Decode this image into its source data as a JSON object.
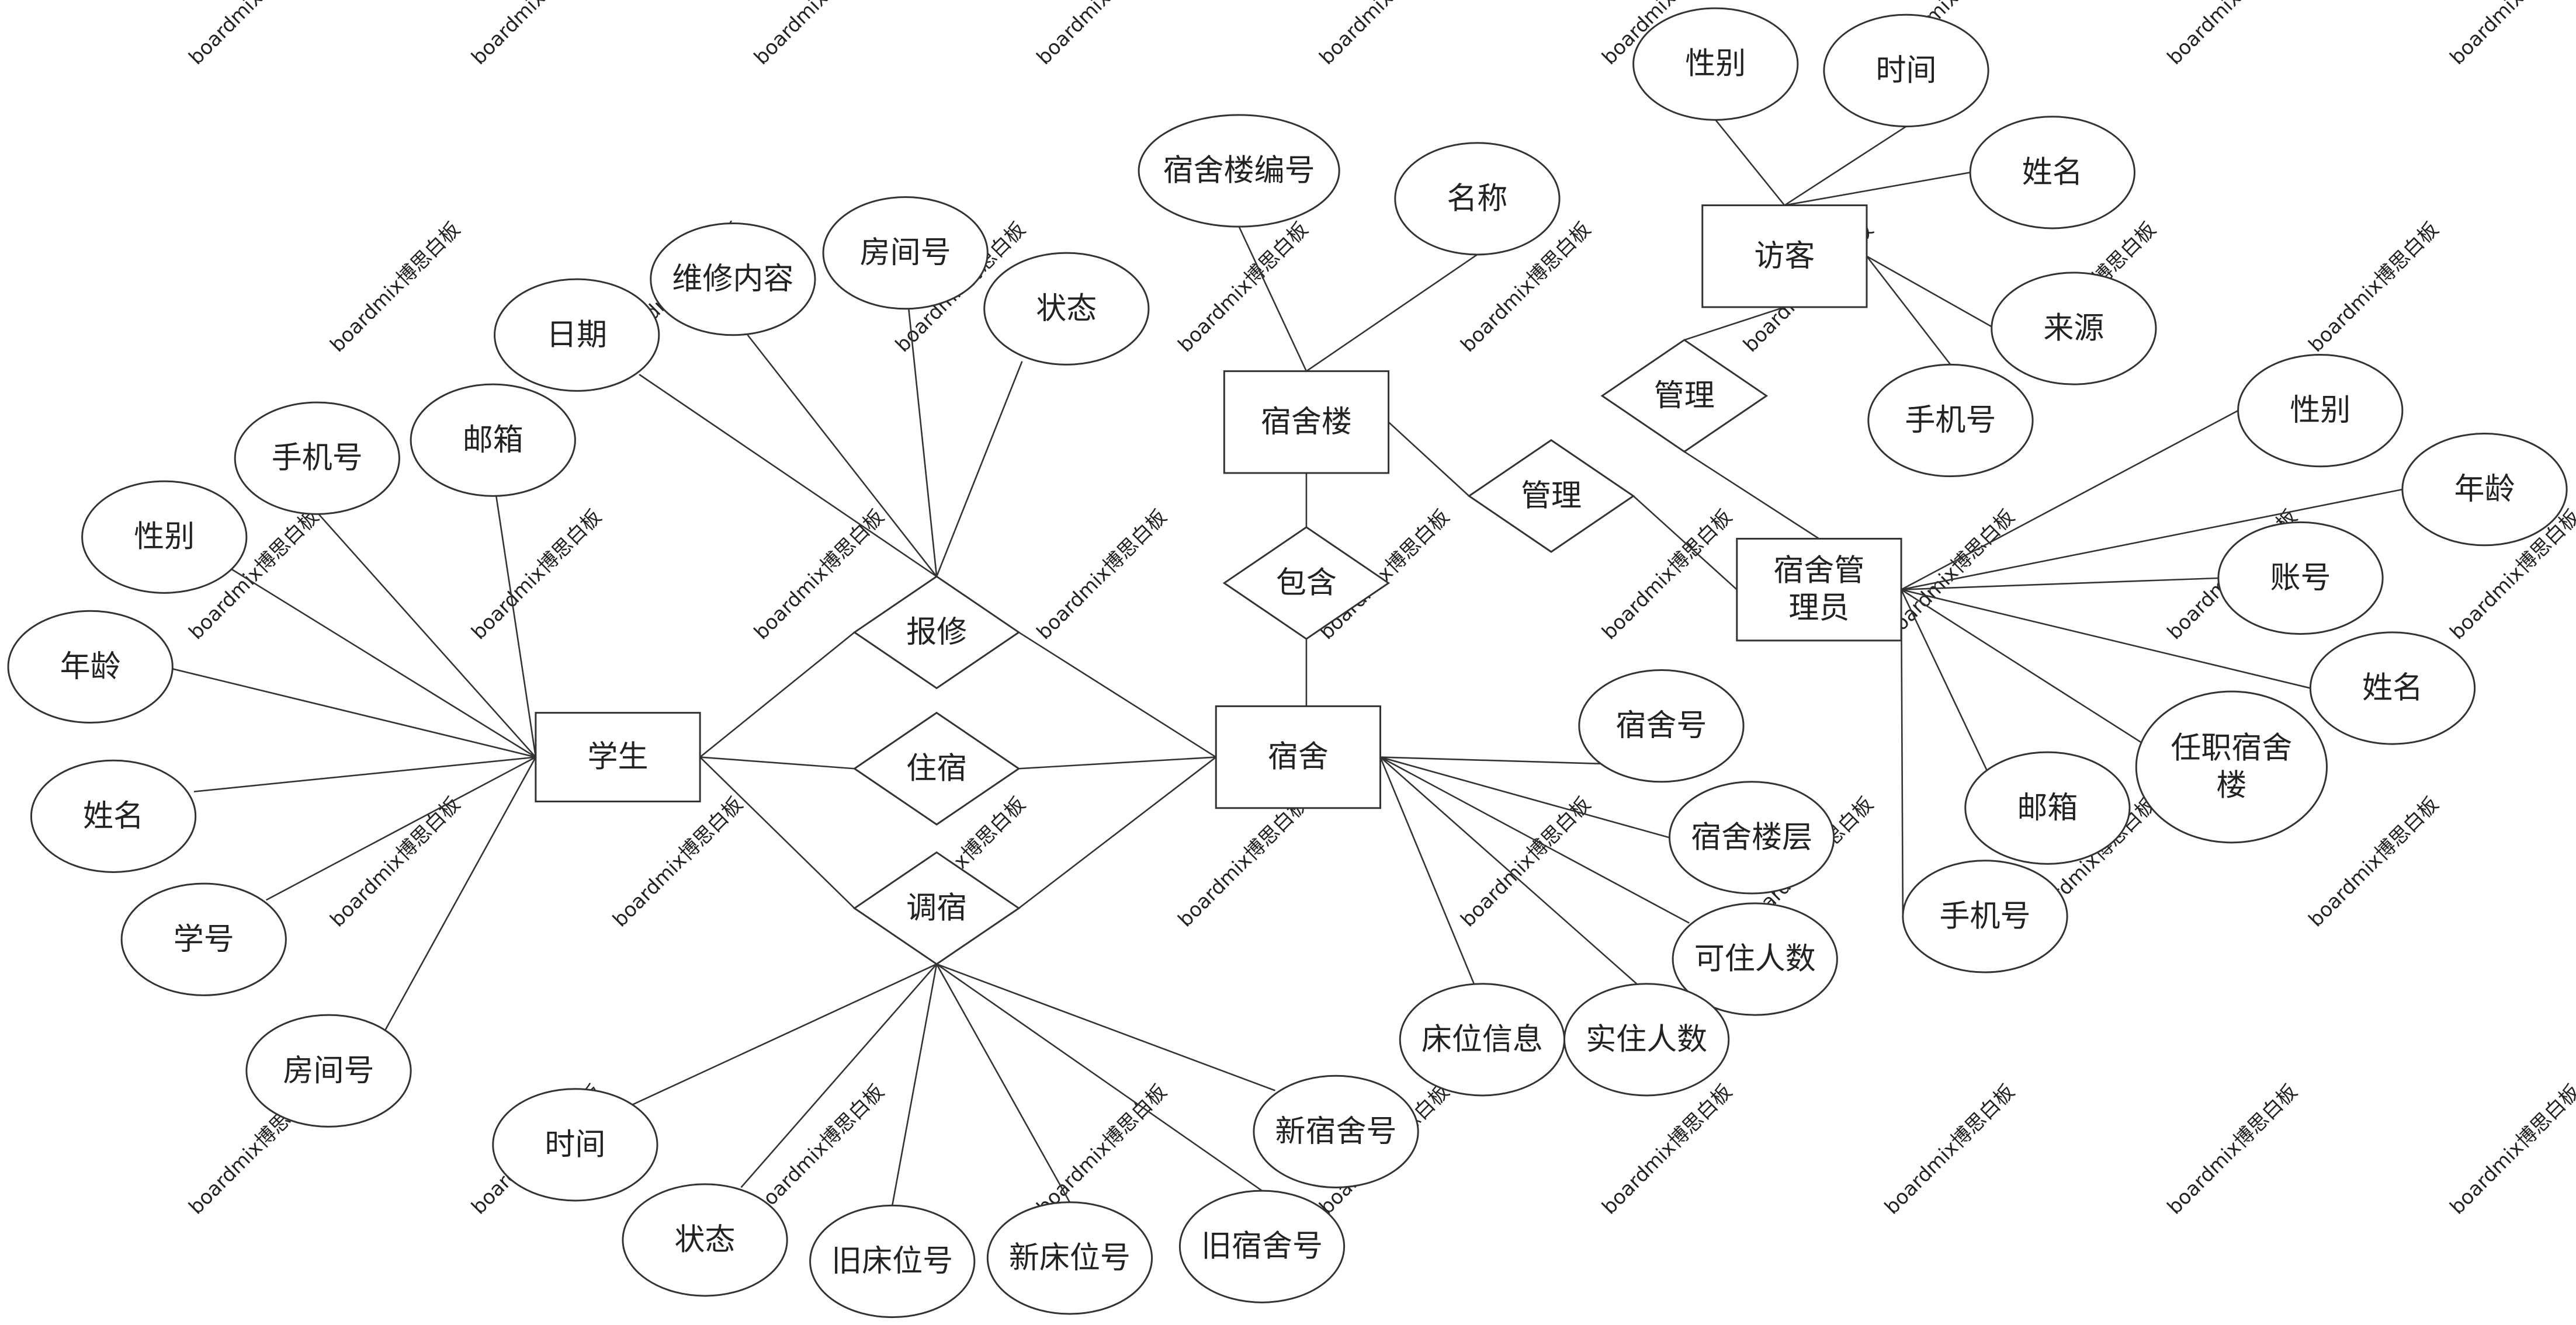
{
  "watermark": "boardmix博思白板",
  "entities": {
    "student": "学生",
    "dorm": "宿舍",
    "building": "宿舍楼",
    "manager": [
      "宿舍管",
      "理员"
    ],
    "visitor": "访客"
  },
  "relationships": {
    "repair": "报修",
    "live": "住宿",
    "transfer": "调宿",
    "contain": "包含",
    "manage_building": "管理",
    "manage_visitor": "管理"
  },
  "attributes": {
    "student": [
      "手机号",
      "邮箱",
      "性别",
      "年龄",
      "姓名",
      "学号",
      "房间号"
    ],
    "repair": [
      "日期",
      "维修内容",
      "房间号",
      "状态"
    ],
    "transfer": [
      "时间",
      "状态",
      "旧床位号",
      "新床位号",
      "旧宿舍号",
      "新宿舍号"
    ],
    "building": [
      "宿舍楼编号",
      "名称"
    ],
    "dorm": [
      "宿舍号",
      "宿舍楼层",
      "可住人数",
      "实住人数",
      "床位信息"
    ],
    "visitor": [
      "性别",
      "时间",
      "姓名",
      "来源",
      "手机号"
    ],
    "manager": [
      "性别",
      "年龄",
      "账号",
      "姓名",
      [
        "任职宿舍",
        "楼"
      ],
      "邮箱",
      "手机号"
    ]
  }
}
